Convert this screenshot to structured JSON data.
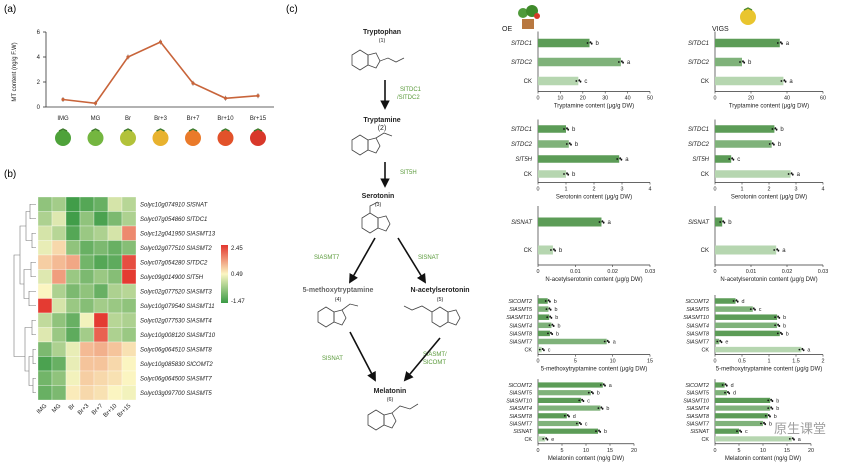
{
  "panels": {
    "a": "(a)",
    "b": "(b)",
    "c": "(c)"
  },
  "panel_a": {
    "ylabel": "MT content (ng/g F.W)",
    "yticks": [
      "0",
      "2",
      "4",
      "6"
    ],
    "stages": [
      "IMG",
      "MG",
      "Br",
      "Br+3",
      "Br+7",
      "Br+10",
      "Br+15"
    ],
    "colors": {
      "line": "#c8643a",
      "axis": "#333333"
    }
  },
  "panel_b": {
    "genes": [
      {
        "id": "Solyc10g074910",
        "name": "SlSNAT"
      },
      {
        "id": "Solyc07g054860",
        "name": "SlTDC1"
      },
      {
        "id": "Solyc12g041950",
        "name": "SlASMT13"
      },
      {
        "id": "Solyc02g077510",
        "name": "SlASMT2"
      },
      {
        "id": "Solyc07g054280",
        "name": "SlTDC2"
      },
      {
        "id": "Solyc09g014900",
        "name": "SlT5H"
      },
      {
        "id": "Solyc02g077520",
        "name": "SlASMT3"
      },
      {
        "id": "Solyc10g079540",
        "name": "SlASMT11"
      },
      {
        "id": "Solyc02g077530",
        "name": "SlASMT4"
      },
      {
        "id": "Solyc10g008120",
        "name": "SlASMT10"
      },
      {
        "id": "Solyc06g064510",
        "name": "SlASMT8"
      },
      {
        "id": "Solyc10g085830",
        "name": "SlCOMT2"
      },
      {
        "id": "Solyc06g064500",
        "name": "SlASMT7"
      },
      {
        "id": "Solyc03g097700",
        "name": "SlASMT5"
      }
    ],
    "columns": [
      "IMG",
      "MG",
      "Br",
      "Br+3",
      "Br+7",
      "Br+10",
      "Br+15"
    ],
    "legend": {
      "max": "2.45",
      "mid": "0.49",
      "min": "-1.47"
    }
  },
  "pathway": {
    "compounds": [
      {
        "name": "Tryptophan",
        "num": "(1)"
      },
      {
        "name": "Tryptamine",
        "num": "(2)"
      },
      {
        "name": "Serotonin",
        "num": "(3)"
      },
      {
        "name": "5-methoxytryptamine",
        "num": "(4)"
      },
      {
        "name": "N-acetylserotonin",
        "num": "(5)"
      },
      {
        "name": "Melatonin",
        "num": "(6)"
      }
    ],
    "enzymes": {
      "e1a": "SlTDC1",
      "e1b": "/SlTDC2",
      "e2": "SlT5H",
      "e3": "SlASMT7",
      "e4": "SlSNAT",
      "e5": "SlSNAT",
      "e6a": "SlASMT/",
      "e6b": "SlCOMT"
    }
  },
  "headers": {
    "oe": "OE",
    "vigs": "VIGS"
  },
  "watermark": "原生课堂",
  "chart_data": [
    {
      "type": "bar",
      "group": "OE",
      "xlabel": "Tryptamine content (μg/g DW)",
      "categories": [
        "SlTDC1",
        "SlTDC2",
        "CK"
      ],
      "values": [
        23,
        37,
        18
      ],
      "letters": [
        "b",
        "a",
        "c"
      ],
      "xlim": [
        0,
        50
      ],
      "xticks": [
        "0",
        "10",
        "20",
        "30",
        "40",
        "50"
      ]
    },
    {
      "type": "bar",
      "group": "VIGS",
      "xlabel": "Tryptamine content (μg/g DW)",
      "categories": [
        "SlTDC1",
        "SlTDC2",
        "CK"
      ],
      "values": [
        36,
        15,
        38
      ],
      "letters": [
        "a",
        "b",
        "a"
      ],
      "xlim": [
        0,
        60
      ],
      "xticks": [
        "0",
        "20",
        "40",
        "60"
      ]
    },
    {
      "type": "bar",
      "group": "OE",
      "xlabel": "Serotonin content (μg/g DW)",
      "categories": [
        "SlTDC1",
        "SlTDC2",
        "SlT5H",
        "CK"
      ],
      "values": [
        1.0,
        1.1,
        2.9,
        1.0
      ],
      "letters": [
        "b",
        "b",
        "a",
        "b"
      ],
      "xlim": [
        0,
        4
      ],
      "xticks": [
        "0",
        "1",
        "2",
        "3",
        "4"
      ]
    },
    {
      "type": "bar",
      "group": "VIGS",
      "xlabel": "Serotonin content (μg/g DW)",
      "categories": [
        "SlTDC1",
        "SlTDC2",
        "SlT5H",
        "CK"
      ],
      "values": [
        2.2,
        2.1,
        0.6,
        2.8
      ],
      "letters": [
        "b",
        "b",
        "c",
        "a"
      ],
      "xlim": [
        0,
        4
      ],
      "xticks": [
        "0",
        "1",
        "2",
        "3",
        "4"
      ]
    },
    {
      "type": "bar",
      "group": "OE",
      "xlabel": "N-acetylserotonin content (μg/g DW)",
      "categories": [
        "SlSNAT",
        "CK"
      ],
      "values": [
        0.017,
        0.004
      ],
      "letters": [
        "a",
        "b"
      ],
      "xlim": [
        0,
        0.03
      ],
      "xticks": [
        "0",
        "0.01",
        "0.02",
        "0.03"
      ]
    },
    {
      "type": "bar",
      "group": "VIGS",
      "xlabel": "N-acetylserotonin content (μg/g DW)",
      "categories": [
        "SlSNAT",
        "CK"
      ],
      "values": [
        0.002,
        0.017
      ],
      "letters": [
        "b",
        "a"
      ],
      "xlim": [
        0,
        0.03
      ],
      "xticks": [
        "0",
        "0.01",
        "0.02",
        "0.03"
      ]
    },
    {
      "type": "bar",
      "group": "OE",
      "xlabel": "5-methoxytryptamine content (μg/g DW)",
      "categories": [
        "SlCOMT2",
        "SlASMT5",
        "SlASMT10",
        "SlASMT4",
        "SlASMT8",
        "SlASMT7",
        "CK"
      ],
      "values": [
        1.3,
        1.4,
        1.5,
        1.8,
        1.6,
        9.2,
        0.5
      ],
      "letters": [
        "b",
        "b",
        "b",
        "b",
        "b",
        "a",
        "c"
      ],
      "xlim": [
        0,
        15
      ],
      "xticks": [
        "0",
        "5",
        "10",
        "15"
      ]
    },
    {
      "type": "bar",
      "group": "VIGS",
      "xlabel": "5-methoxytryptamine content (μg/g DW)",
      "categories": [
        "SlCOMT2",
        "SlASMT5",
        "SlASMT10",
        "SlASMT4",
        "SlASMT8",
        "SlASMT7",
        "CK"
      ],
      "values": [
        0.38,
        0.7,
        1.15,
        1.15,
        1.2,
        0.08,
        1.6
      ],
      "letters": [
        "d",
        "c",
        "b",
        "b",
        "b",
        "e",
        "a"
      ],
      "xlim": [
        0,
        2
      ],
      "xticks": [
        "0",
        "0.5",
        "1",
        "1.5",
        "2"
      ]
    },
    {
      "type": "bar",
      "group": "OE",
      "xlabel": "Melatonin content (ng/g DW)",
      "categories": [
        "SlCOMT2",
        "SlASMT5",
        "SlASMT10",
        "SlASMT4",
        "SlASMT8",
        "SlASMT7",
        "SlSNAT",
        "CK"
      ],
      "values": [
        13.5,
        11.0,
        9.0,
        13.0,
        6.0,
        8.5,
        12.5,
        1.5
      ],
      "letters": [
        "a",
        "b",
        "c",
        "b",
        "d",
        "c",
        "b",
        "e"
      ],
      "xlim": [
        0,
        20
      ],
      "xticks": [
        "0",
        "5",
        "10",
        "15",
        "20"
      ]
    },
    {
      "type": "bar",
      "group": "VIGS",
      "xlabel": "Melatonin content (ng/g DW)",
      "categories": [
        "SlCOMT2",
        "SlASMT5",
        "SlASMT10",
        "SlASMT4",
        "SlASMT8",
        "SlASMT7",
        "SlSNAT",
        "CK"
      ],
      "values": [
        2.0,
        2.5,
        11.5,
        11.5,
        11.0,
        10.0,
        5.0,
        16.0
      ],
      "letters": [
        "d",
        "d",
        "b",
        "b",
        "b",
        "b",
        "c",
        "a"
      ],
      "xlim": [
        0,
        20
      ],
      "xticks": [
        "0",
        "5",
        "10",
        "15",
        "20"
      ]
    }
  ]
}
